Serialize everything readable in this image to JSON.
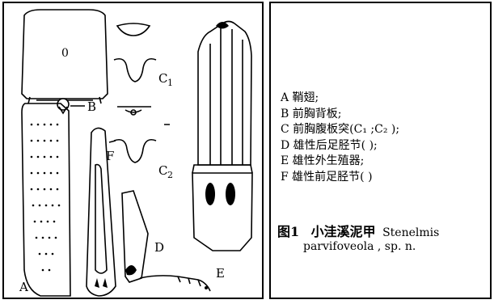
{
  "figure": {
    "labels": {
      "A": "A",
      "B": "B",
      "C1": "C",
      "C1_sub": "1",
      "C2": "C",
      "C2_sub": "2",
      "D": "D",
      "E": "E",
      "F": "F"
    },
    "pronotum_mark": "0"
  },
  "legend": {
    "A": "A 鞘翅;",
    "B": "B 前胸背板;",
    "C": "C 前胸腹板突(C₁  ;C₂  );",
    "D": "D 雄性后足胫节(   );",
    "E": "E 雄性外生殖器;",
    "F": "F 雄性前足胫节(   )"
  },
  "caption": {
    "fig_label": "图1",
    "cn_name": "小洼溪泥甲",
    "latin_genus": "Stenelmis",
    "latin_species": "parvifoveola , sp. n."
  }
}
